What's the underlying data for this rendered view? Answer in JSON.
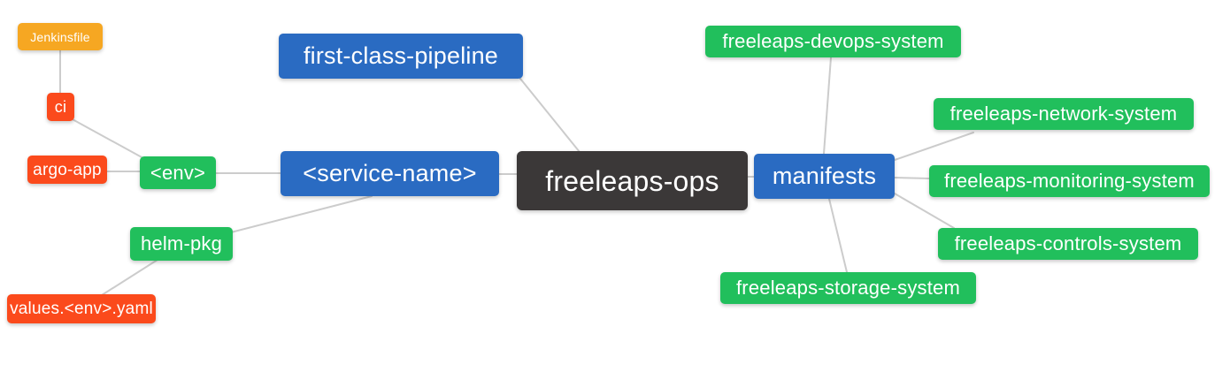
{
  "palette": {
    "blue": "#2a6bc2",
    "green": "#21bf5c",
    "red": "#fb4a1c",
    "amber": "#f6a722",
    "dark": "#3b3838",
    "edge": "#cccccc"
  },
  "nodes": {
    "jenkinsfile": {
      "label": "Jenkinsfile",
      "color": "amber"
    },
    "ci": {
      "label": "ci",
      "color": "red"
    },
    "argo_app": {
      "label": "argo-app",
      "color": "red"
    },
    "env": {
      "label": "<env>",
      "color": "green"
    },
    "helm_pkg": {
      "label": "helm-pkg",
      "color": "green"
    },
    "values_yaml": {
      "label": "values.<env>.yaml",
      "color": "red"
    },
    "first_class_pipeline": {
      "label": "first-class-pipeline",
      "color": "blue"
    },
    "service_name": {
      "label": "<service-name>",
      "color": "blue"
    },
    "freeleaps_ops": {
      "label": "freeleaps-ops",
      "color": "dark"
    },
    "manifests": {
      "label": "manifests",
      "color": "blue"
    },
    "devops_system": {
      "label": "freeleaps-devops-system",
      "color": "green"
    },
    "network_system": {
      "label": "freeleaps-network-system",
      "color": "green"
    },
    "monitoring_system": {
      "label": "freeleaps-monitoring-system",
      "color": "green"
    },
    "controls_system": {
      "label": "freeleaps-controls-system",
      "color": "green"
    },
    "storage_system": {
      "label": "freeleaps-storage-system",
      "color": "green"
    }
  },
  "edges": [
    {
      "from": "jenkinsfile",
      "to": "ci"
    },
    {
      "from": "ci",
      "to": "env"
    },
    {
      "from": "argo_app",
      "to": "env"
    },
    {
      "from": "env",
      "to": "service_name"
    },
    {
      "from": "helm_pkg",
      "to": "service_name"
    },
    {
      "from": "helm_pkg",
      "to": "values_yaml"
    },
    {
      "from": "first_class_pipeline",
      "to": "freeleaps_ops"
    },
    {
      "from": "service_name",
      "to": "freeleaps_ops"
    },
    {
      "from": "freeleaps_ops",
      "to": "manifests"
    },
    {
      "from": "manifests",
      "to": "devops_system"
    },
    {
      "from": "manifests",
      "to": "network_system"
    },
    {
      "from": "manifests",
      "to": "monitoring_system"
    },
    {
      "from": "manifests",
      "to": "controls_system"
    },
    {
      "from": "manifests",
      "to": "storage_system"
    }
  ]
}
